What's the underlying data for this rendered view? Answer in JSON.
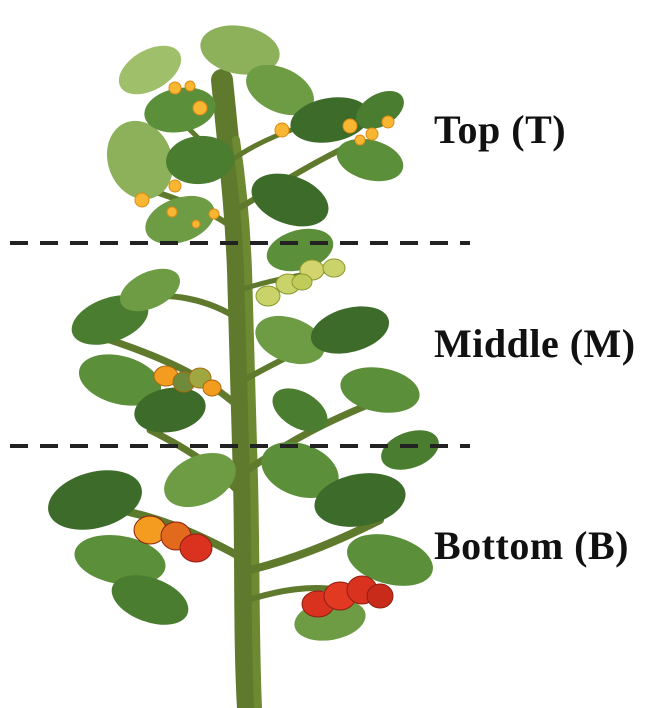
{
  "labels": {
    "top": "Top (T)",
    "middle": "Middle (M)",
    "bottom": "Bottom (B)"
  },
  "colors": {
    "stem": "#5f7a2c",
    "leaf_dark": "#3d6b2a",
    "leaf_mid": "#5b8f3a",
    "leaf_light": "#8cb15a",
    "flower": "#f7b733",
    "fruit_green": "#c9d36a",
    "fruit_orange": "#f39c1f",
    "fruit_red": "#d9321f",
    "divider": "#222222"
  },
  "zones": [
    "Top (T)",
    "Middle (M)",
    "Bottom (B)"
  ]
}
